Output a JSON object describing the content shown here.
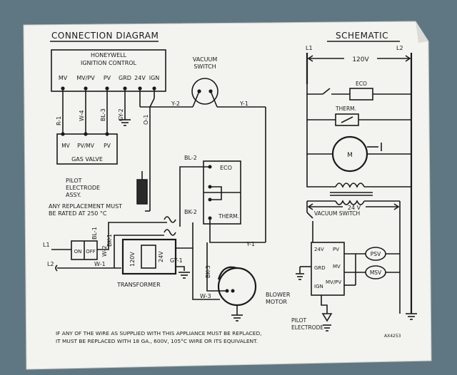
{
  "left": {
    "title": "CONNECTION DIAGRAM",
    "ignition": {
      "line1": "HONEYWELL",
      "line2": "IGNITION CONTROL",
      "terminals": [
        "MV",
        "MV/PV",
        "PV",
        "GRD",
        "24V",
        "IGN"
      ]
    },
    "wires": {
      "r1": "R-1",
      "w4": "W-4",
      "bl3": "BL-3",
      "gy2": "GY-2",
      "o1": "O-1",
      "y2": "Y-2",
      "y1_top": "Y-1",
      "bl2": "BL-2",
      "bk2": "BK-2",
      "bl1": "BL-1",
      "bk1": "BK-1",
      "w2": "W-2",
      "y1_mid": "Y-1",
      "gy1": "GY-1",
      "bk3": "BK-3",
      "w3": "W-3",
      "w1": "W-1",
      "l1": "L1",
      "l2": "L2"
    },
    "vacuum_switch": {
      "line1": "VACUUM",
      "line2": "SWITCH"
    },
    "gas_valve": {
      "terms": [
        "MV",
        "PV/MV",
        "PV"
      ],
      "label": "GAS VALVE"
    },
    "pilot": {
      "line1": "PILOT",
      "line2": "ELECTRODE",
      "line3": "ASSY."
    },
    "replacement": {
      "line1": "ANY REPLACEMENT MUST",
      "line2": "BE RATED AT 250 °C"
    },
    "switch": {
      "on": "ON",
      "off": "OFF"
    },
    "eco": "ECO",
    "therm": "THERM.",
    "transformer": {
      "v1": "120V",
      "v2": "24V",
      "label": "TRANSFORMER"
    },
    "blower": {
      "line1": "BLOWER",
      "line2": "MOTOR"
    },
    "footer": {
      "line1": "IF ANY OF THE WIRE AS SUPPLIED WITH THIS APPLIANCE MUST BE REPLACED,",
      "line2": "IT MUST BE REPLACED WITH 18 GA., 600V, 105°C WIRE OR ITS EQUIVALENT."
    }
  },
  "right": {
    "title": "SCHEMATIC",
    "l1": "L1",
    "l2": "L2",
    "v120": "120V",
    "eco": "ECO",
    "therm": "THERM.",
    "motor": "M",
    "v24": "24 V",
    "vacuum_switch": "VACUUM SWITCH",
    "control": {
      "v24": "24V",
      "pv": "PV",
      "grd": "GRD",
      "mv": "MV",
      "ign": "IGN",
      "mvpv": "MV/PV"
    },
    "psv": "PSV",
    "msv": "MSV",
    "pilot": {
      "line1": "PILOT",
      "line2": "ELECTRODE"
    },
    "code": "AX4253"
  }
}
